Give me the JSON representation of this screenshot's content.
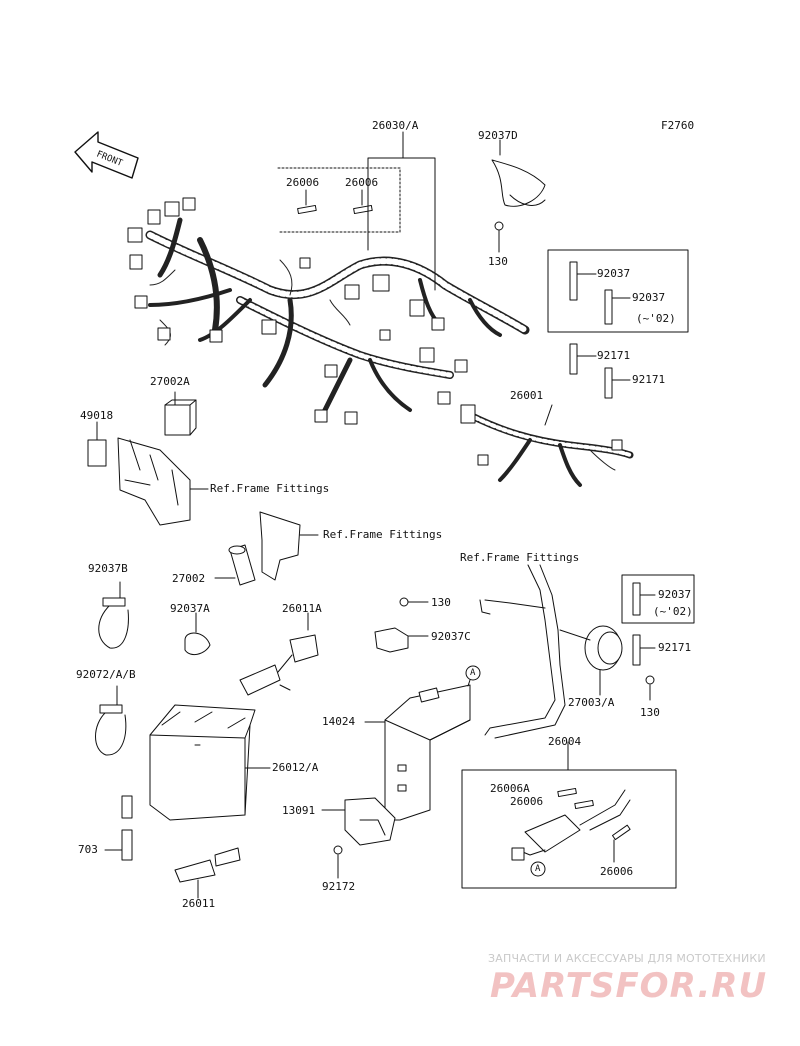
{
  "figure_code": "F2760",
  "front_arrow": "FRONT",
  "labels": {
    "p26030A": "26030/A",
    "p92037D": "92037D",
    "p26006a": "26006",
    "p26006b": "26006",
    "p130a": "130",
    "p92037a": "92037",
    "p92037b": "92037",
    "p02a": "(~'02)",
    "p92171a": "92171",
    "p92171b": "92171",
    "p27002A": "27002A",
    "p49018": "49018",
    "p26001": "26001",
    "refFrame1": "Ref.Frame Fittings",
    "refFrame2": "Ref.Frame Fittings",
    "refFrame3": "Ref.Frame Fittings",
    "p92037B": "92037B",
    "p27002": "27002",
    "p92037A": "92037A",
    "p26011A": "26011A",
    "p130b": "130",
    "p92037C": "92037C",
    "p92037c": "92037",
    "p02b": "(~'02)",
    "p92171c": "92171",
    "p92072": "92072/A/B",
    "p27003A": "27003/A",
    "p130c": "130",
    "p14024": "14024",
    "p26012A": "26012/A",
    "p26004": "26004",
    "p26006A": "26006A",
    "p26006c": "26006",
    "p13091": "13091",
    "p703": "703",
    "p26006d": "26006",
    "p92172": "92172",
    "p26011": "26011",
    "refA1": "A",
    "refA2": "A"
  },
  "watermark": {
    "tagline": "ЗАПЧАСТИ И АКСЕССУАРЫ ДЛЯ МОТОТЕХНИКИ",
    "logo": "PARTSFOR.RU"
  }
}
